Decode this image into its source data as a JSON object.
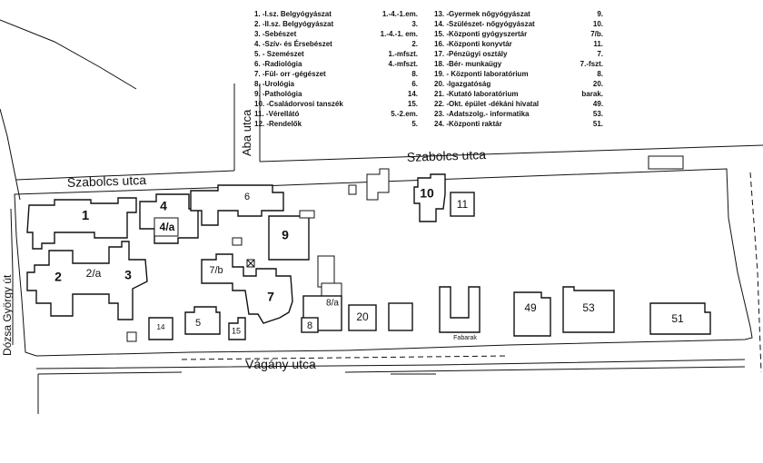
{
  "legend": {
    "left": [
      {
        "label": "1. -I.sz. Belgyógyászat",
        "loc": "1.-4.-1.em."
      },
      {
        "label": "2. -II.sz. Belgyógyászat",
        "loc": "3."
      },
      {
        "label": "3. -Sebészet",
        "loc": "1.-4.-1. em."
      },
      {
        "label": "4. -Szív- és Érsebészet",
        "loc": "2."
      },
      {
        "label": "5. - Szemészet",
        "loc": "1.-mfszt."
      },
      {
        "label": "6. -Radiológia",
        "loc": "4.-mfszt."
      },
      {
        "label": "7. -Fül- orr -gégészet",
        "loc": "8."
      },
      {
        "label": "8. -Urológia",
        "loc": "6."
      },
      {
        "label": "9. -Pathológia",
        "loc": "14."
      },
      {
        "label": "10. -Családorvosi tanszék",
        "loc": "15."
      },
      {
        "label": "11. -Vérellátó",
        "loc": "5.-2.em."
      },
      {
        "label": "12. -Rendelők",
        "loc": "5."
      }
    ],
    "right": [
      {
        "label": "13. -Gyermek nőgyógyászat",
        "loc": "9."
      },
      {
        "label": "14. -Szülészet- nőgyógyászat",
        "loc": "10."
      },
      {
        "label": "15. -Központi gyógyszertár",
        "loc": "7/b."
      },
      {
        "label": "16. -Központi konyvtár",
        "loc": "11."
      },
      {
        "label": "17. -Pénzügyi osztály",
        "loc": "7."
      },
      {
        "label": "18. -Bér- munkaügy",
        "loc": "7.-fszt."
      },
      {
        "label": "19. - Központi laboratórium",
        "loc": "8."
      },
      {
        "label": "20. -Igazgatóság",
        "loc": "20."
      },
      {
        "label": "21. -Kutató laboratórium",
        "loc": "barak."
      },
      {
        "label": "22. -Okt. épület -dékáni hivatal",
        "loc": "49."
      },
      {
        "label": "23. -Adatszolg.- informatika",
        "loc": "53."
      },
      {
        "label": "24. -Központi raktár",
        "loc": "51."
      }
    ]
  },
  "streets": {
    "szabolcs_left": "Szabolcs utca",
    "szabolcs_right": "Szabolcs utca",
    "aba": "Aba utca",
    "dozsa": "Dózsa György út",
    "vagany": "Vágány utca"
  },
  "buildings": {
    "b1": "1",
    "b2": "2",
    "b2a": "2/a",
    "b3": "3",
    "b4": "4",
    "b4a": "4/a",
    "b5": "5",
    "b6": "6",
    "b7": "7",
    "b7b": "7/b",
    "b8": "8",
    "b8a": "8/a",
    "b9": "9",
    "b10": "10",
    "b11": "11",
    "b14": "14",
    "b15": "15",
    "b20": "20",
    "b49": "49",
    "b51": "51",
    "b53": "53",
    "barak": "Fabarak"
  },
  "colors": {
    "ink": "#111111",
    "paper": "#ffffff"
  }
}
